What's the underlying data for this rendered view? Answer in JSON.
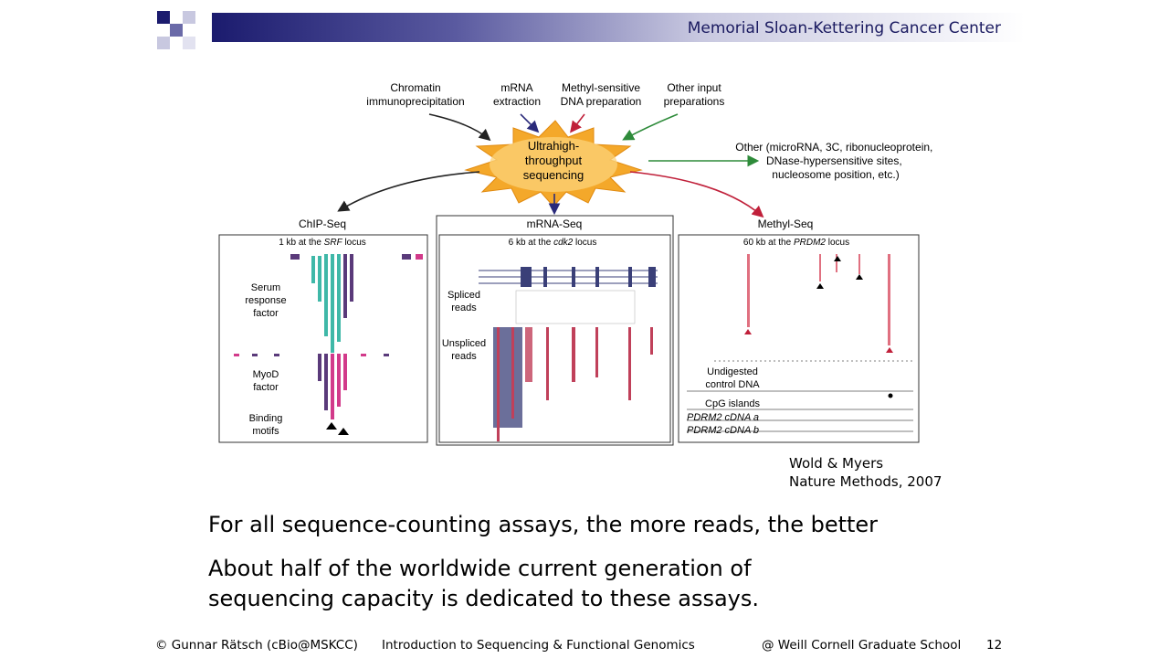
{
  "header": {
    "institution": "Memorial Sloan-Kettering Cancer Center"
  },
  "figure": {
    "inputs": [
      "Chromatin immunoprecipitation",
      "mRNA extraction",
      "Methyl-sensitive DNA preparation",
      "Other input preparations"
    ],
    "center": "Ultrahigh-throughput sequencing",
    "other_output": "Other (microRNA, 3C, ribonucleoprotein, DNase-hypersensitive sites, nucleosome position, etc.)",
    "panels": {
      "chip": {
        "title": "ChIP-Seq",
        "locus_prefix": "1 kb at the ",
        "locus_gene": "SRF",
        "locus_suffix": " locus",
        "labels": [
          "Serum response factor",
          "MyoD factor",
          "Binding motifs"
        ]
      },
      "mrna": {
        "title": "mRNA-Seq",
        "locus_prefix": "6 kb at the ",
        "locus_gene": "cdk2",
        "locus_suffix": " locus",
        "labels": [
          "Spliced reads",
          "Unspliced reads"
        ]
      },
      "methyl": {
        "title": "Methyl-Seq",
        "locus_prefix": "60 kb at the ",
        "locus_gene": "PRDM2",
        "locus_suffix": " locus",
        "labels": [
          "Undigested control DNA",
          "CpG islands",
          "PDRM2 cDNA a",
          "PDRM2 cDNA b"
        ]
      }
    },
    "citation": [
      "Wold & Myers",
      "Nature Methods, 2007"
    ]
  },
  "bullets": [
    "For all sequence-counting assays, the more reads, the better",
    "About half of the worldwide current generation of sequencing capacity is dedicated to these assays."
  ],
  "footer": {
    "author": "© Gunnar Rätsch (cBio@MSKCC)",
    "title": "Introduction to Sequencing & Functional Genomics",
    "venue": "@ Weill Cornell Graduate School",
    "page": "12"
  },
  "colors": {
    "header_dark": "#1b1b6e",
    "chip_teal": "#3fb8a8",
    "chip_purple": "#5a3a7a",
    "chip_magenta": "#d23a8a",
    "mrna_navy": "#3a3f78",
    "mrna_red": "#c0405a",
    "methyl_pink": "#e07080",
    "arrow_black": "#222222",
    "arrow_navy": "#2a2a7a",
    "arrow_red": "#c0203a",
    "arrow_green": "#2e8b3a",
    "star_orange": "#f4a82a"
  }
}
